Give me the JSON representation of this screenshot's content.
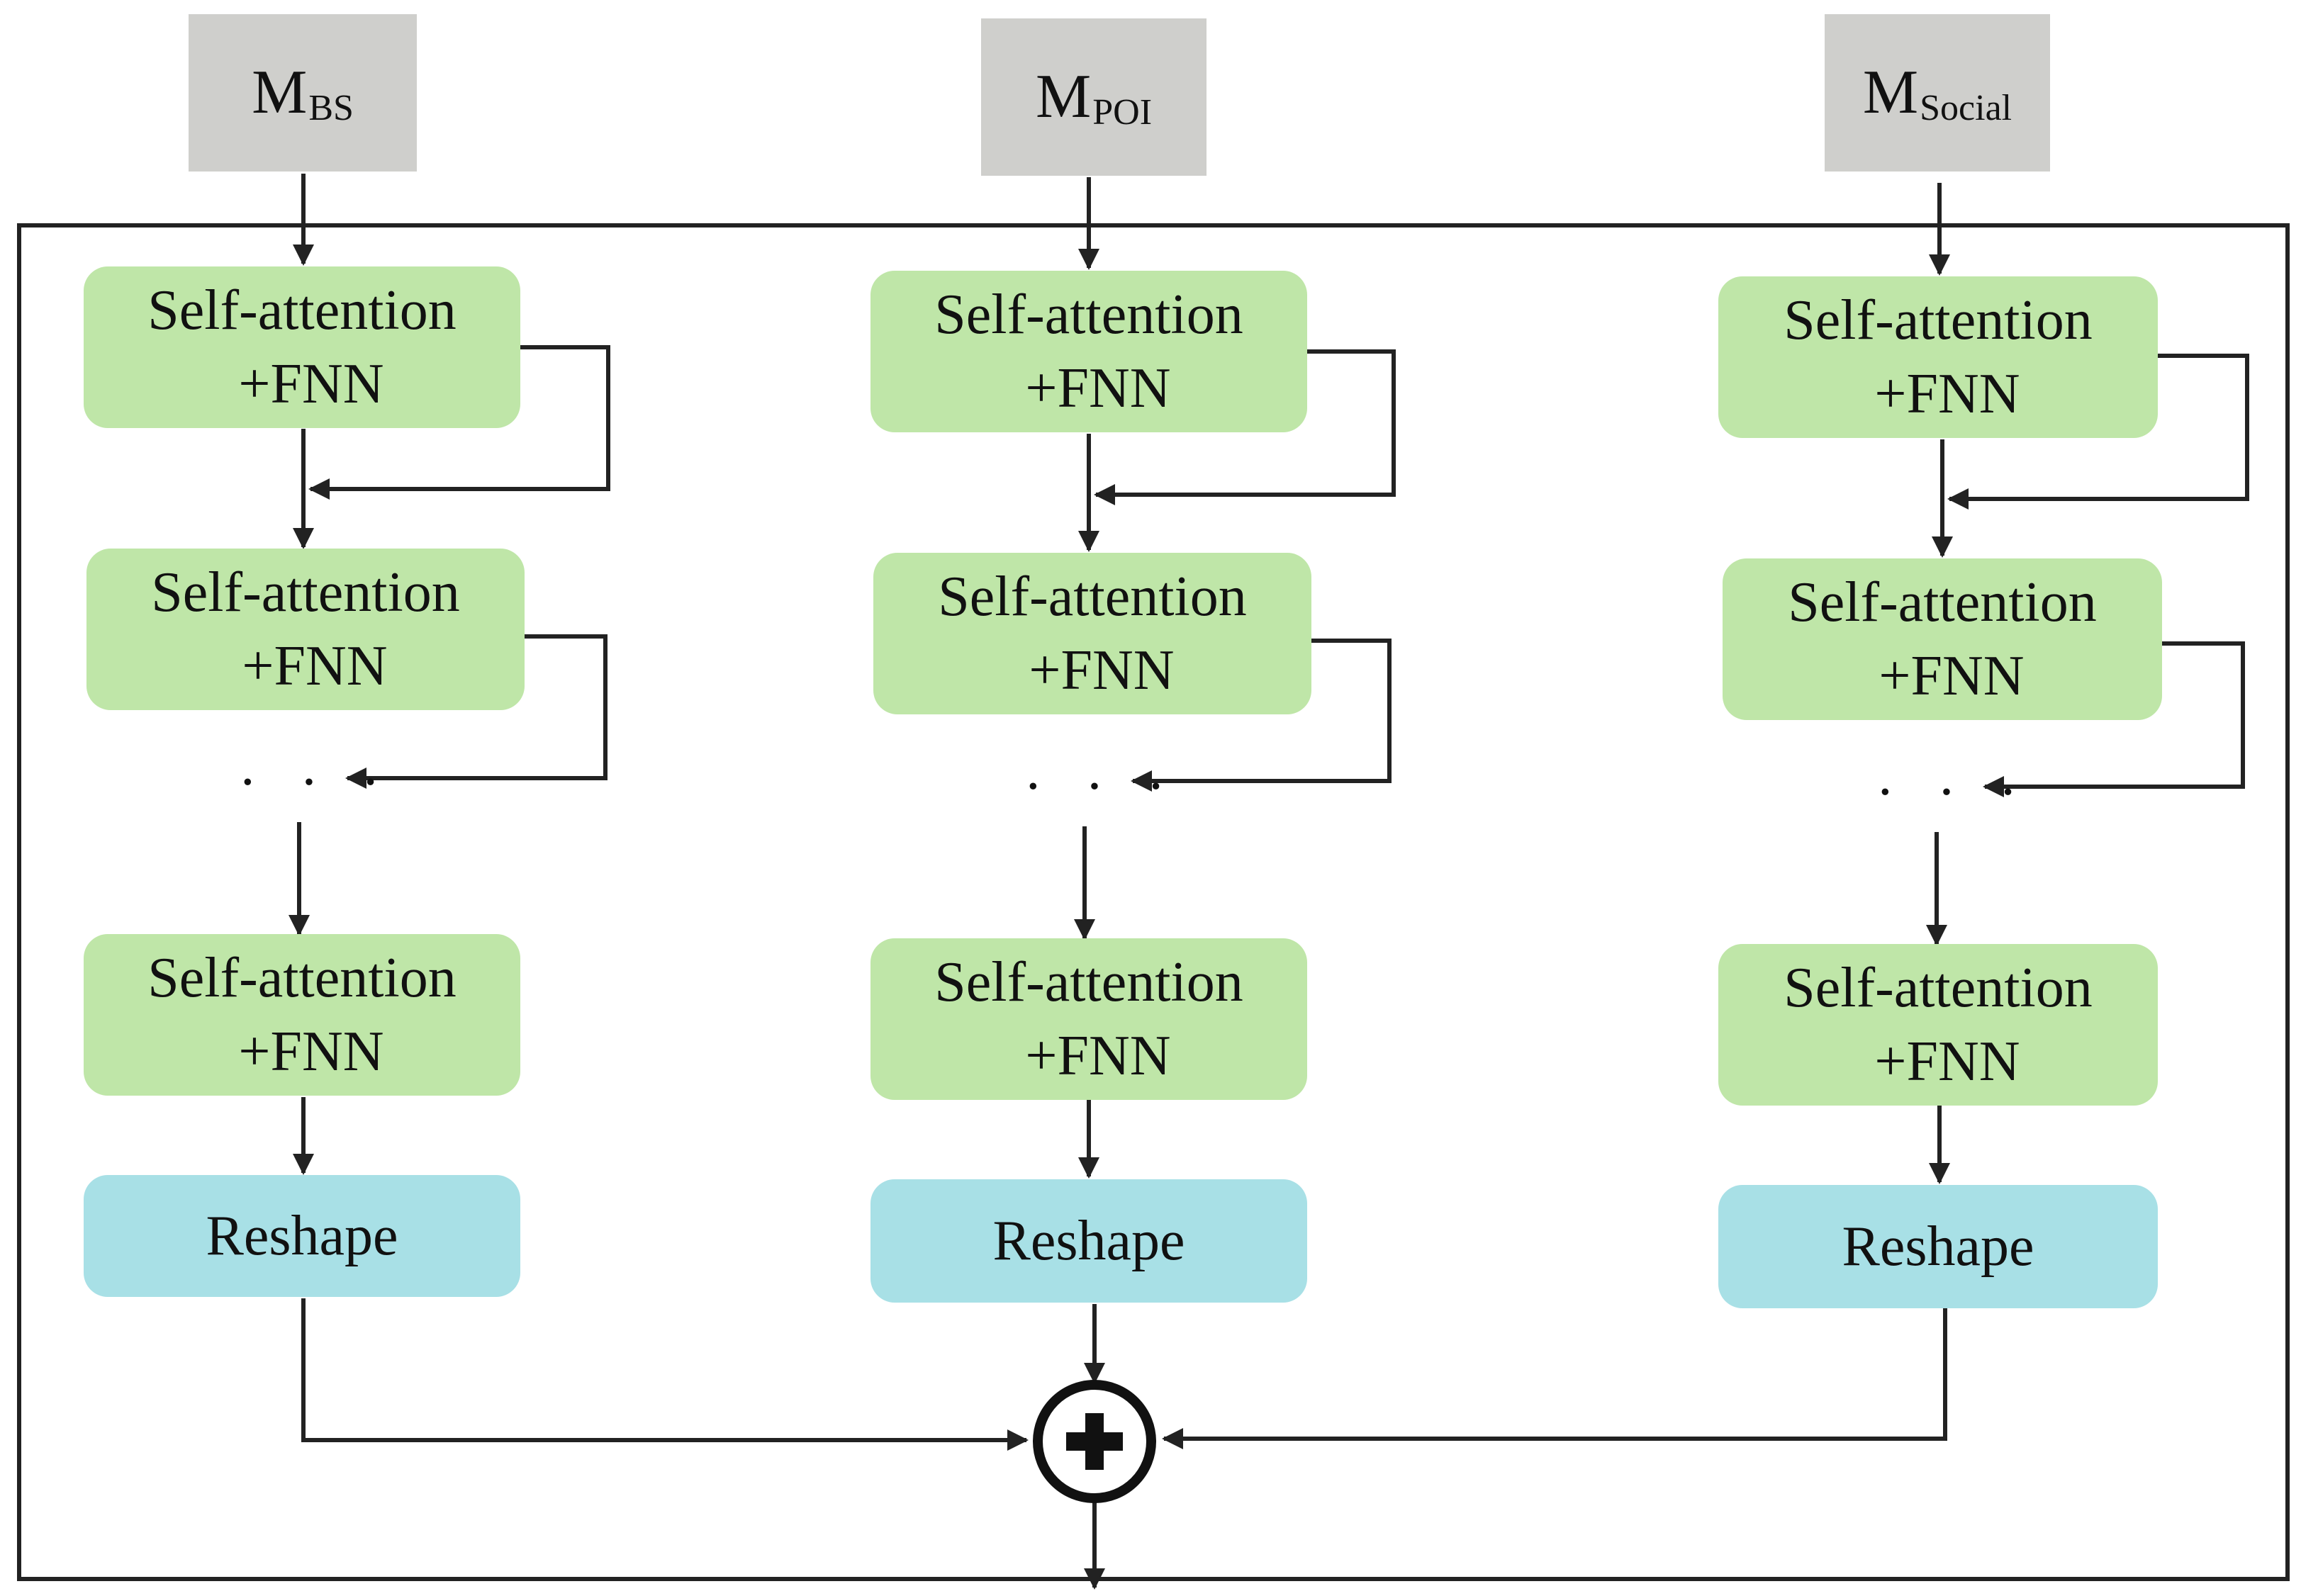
{
  "diagram": {
    "inputs": [
      {
        "main": "M",
        "sub": "BS"
      },
      {
        "main": "M",
        "sub": "POI"
      },
      {
        "main": "M",
        "sub": "Social"
      }
    ],
    "layer": {
      "line1": "Self-attention",
      "line2": "+FNN"
    },
    "reshape_label": "Reshape",
    "ellipsis": "· · ·",
    "combine_operator": "⊕ (element-wise addition)",
    "colors": {
      "input_box": "#cfcfcc",
      "self_attention_box": "#bfe6a8",
      "reshape_box": "#a8e0e6",
      "lines": "#222222"
    }
  }
}
